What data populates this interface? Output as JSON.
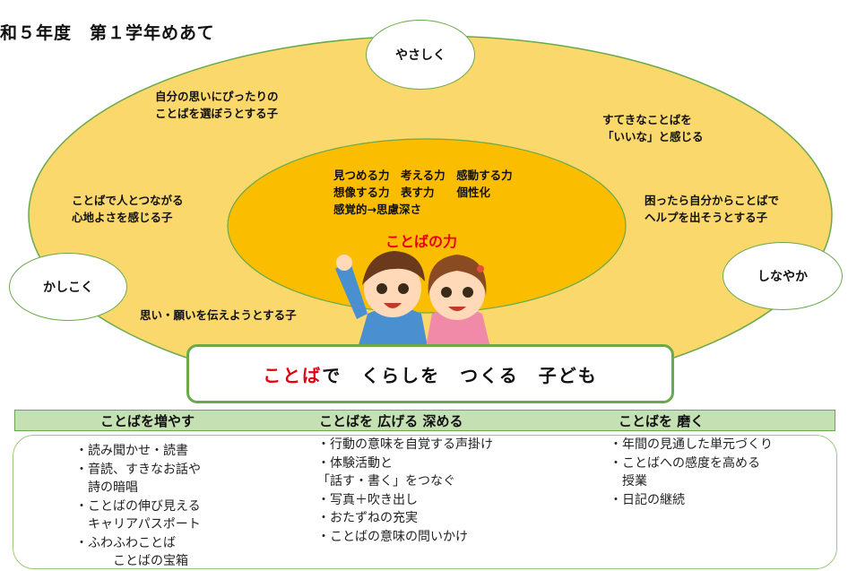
{
  "title": "和５年度　第１学年めあて",
  "bubbles": {
    "top": "やさしく",
    "left": "かしこく",
    "right": "しなやか"
  },
  "outer_texts": {
    "top_left": "自分の思いにぴったりの\nことばを選ぼうとする子",
    "top_right": "すてきなことばを\n「いいな」と感じる",
    "mid_left": "ことばで人とつながる\n心地よさを感じる子",
    "mid_right": "困ったら自分からことばで\nヘルプを出そうとする子",
    "bottom_left": "思い・願いを伝えようとする子"
  },
  "inner": {
    "abilities": "見つめる力　考える力　感動する力\n想像する力　表す力　　個性化\n感覚的→思慮深さ",
    "label": "ことばの力"
  },
  "goal": {
    "highlight": "ことば",
    "rest": "で　くらしを　つくる　子ども"
  },
  "columns": [
    {
      "header": "ことばを増やす",
      "items": "・読み聞かせ・読書\n・音読、すきなお話や\n　詩の暗唱\n・ことばの伸び見える\n　キャリアパスポート\n・ふわふわことば\n　　　ことばの宝箱"
    },
    {
      "header": "ことばを 広げる 深める",
      "items": "・行動の意味を自覚する声掛け\n・体験活動と\n「話す・書く」をつなぐ\n・写真＋吹き出し\n・おたずねの充実\n・ことばの意味の問いかけ"
    },
    {
      "header": "ことばを 磨く",
      "items": "・年間の見通した単元づくり\n・ことばへの感度を高める\n　授業\n・日記の継続"
    }
  ],
  "colors": {
    "outer_ellipse": "#fad86b",
    "inner_ellipse": "#fbbd00",
    "green": "#6aa94b",
    "red": "#e60012"
  }
}
